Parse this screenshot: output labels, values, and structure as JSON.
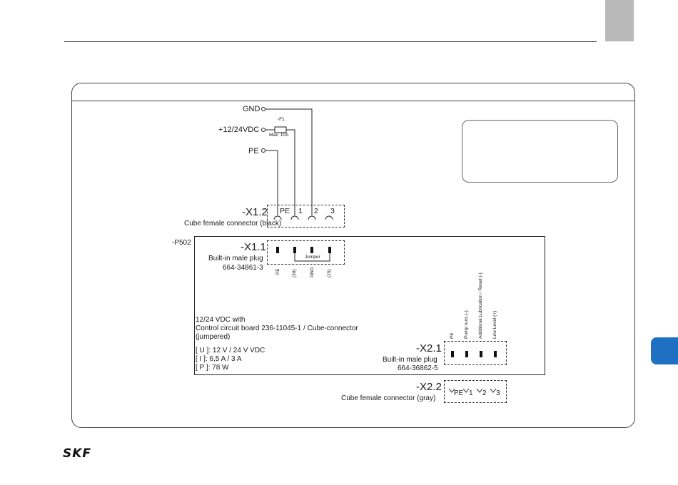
{
  "logo": {
    "text": "SKF"
  },
  "supply": {
    "gnd": "GND",
    "vdc": "+12/24VDC",
    "pe": "PE",
    "fuse_name": "-F1",
    "fuse_rating": "Max. 10A"
  },
  "x12": {
    "tag": "-X1.2",
    "desc": "Cube female connector (black)",
    "pins": [
      "PE",
      "1",
      "2",
      "3"
    ]
  },
  "board": {
    "tag": "-P502",
    "desc_line1": "12/24 VDC with",
    "desc_line2": "Control circuit board 236-11045-1 / Cube-connector",
    "desc_line3": "(jumpered)",
    "spec_u": "[ U ]: 12 V / 24 V VDC",
    "spec_i": "[ I ]: 6,5 A / 3 A",
    "spec_p": "[ P ]: 78 W"
  },
  "x11": {
    "tag": "-X1.1",
    "desc": "Built-in male plug",
    "part": "664-34861-3",
    "jumper": "Jumper",
    "pins": [
      "PE",
      "(30)",
      "GND",
      "(15)"
    ]
  },
  "x21": {
    "tag": "-X2.1",
    "desc": "Built-in male plug",
    "part": "664-36862-5",
    "pins": [
      "PE",
      "Pump runs (-)",
      "Additional Lubrication / Reset (-)",
      "Low Level (+)"
    ]
  },
  "x22": {
    "tag": "-X2.2",
    "desc": "Cube female connector (gray)",
    "pins": [
      "PE",
      "1",
      "2",
      "3"
    ]
  },
  "colors": {
    "blue_tab": "#1f6fc2",
    "gray_tab": "#b9b9b9"
  }
}
